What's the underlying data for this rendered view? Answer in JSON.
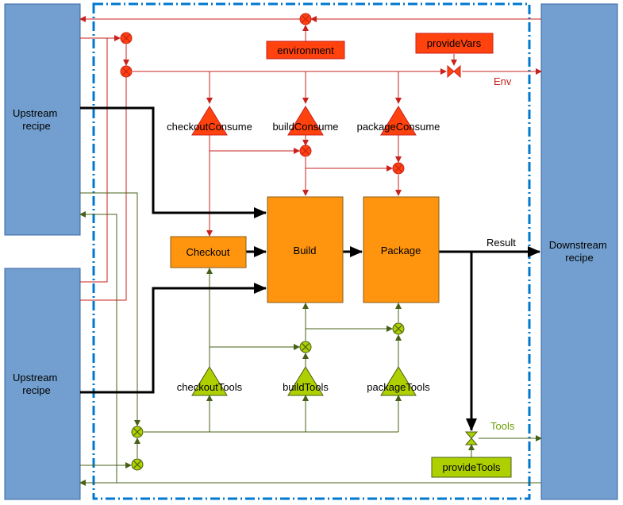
{
  "colors": {
    "blue_box": "#729fcf",
    "blue_box_stroke": "#3465a4",
    "frame": "#0078d0",
    "orange": "#ff950e",
    "orange_stroke": "#8a5a1a",
    "red": "#ff420e",
    "red_line": "#c9211e",
    "green": "#aecf00",
    "green_line": "#476017",
    "dark": "#000000"
  },
  "boxes": {
    "upstream_top": "Upstream\nrecipe",
    "upstream_bottom": "Upstream\nrecipe",
    "downstream": "Downstream\nrecipe"
  },
  "steps": {
    "checkout": "Checkout",
    "build": "Build",
    "package": "Package"
  },
  "env_sources": {
    "environment": "environment",
    "provide_vars": "provideVars"
  },
  "consume": {
    "checkout": "checkoutConsume",
    "build": "buildConsume",
    "package": "packageConsume"
  },
  "tools": {
    "checkout": "checkoutTools",
    "build": "buildTools",
    "package": "packageTools",
    "provide": "provideTools"
  },
  "labels": {
    "env": "Env",
    "result": "Result",
    "tools": "Tools"
  }
}
